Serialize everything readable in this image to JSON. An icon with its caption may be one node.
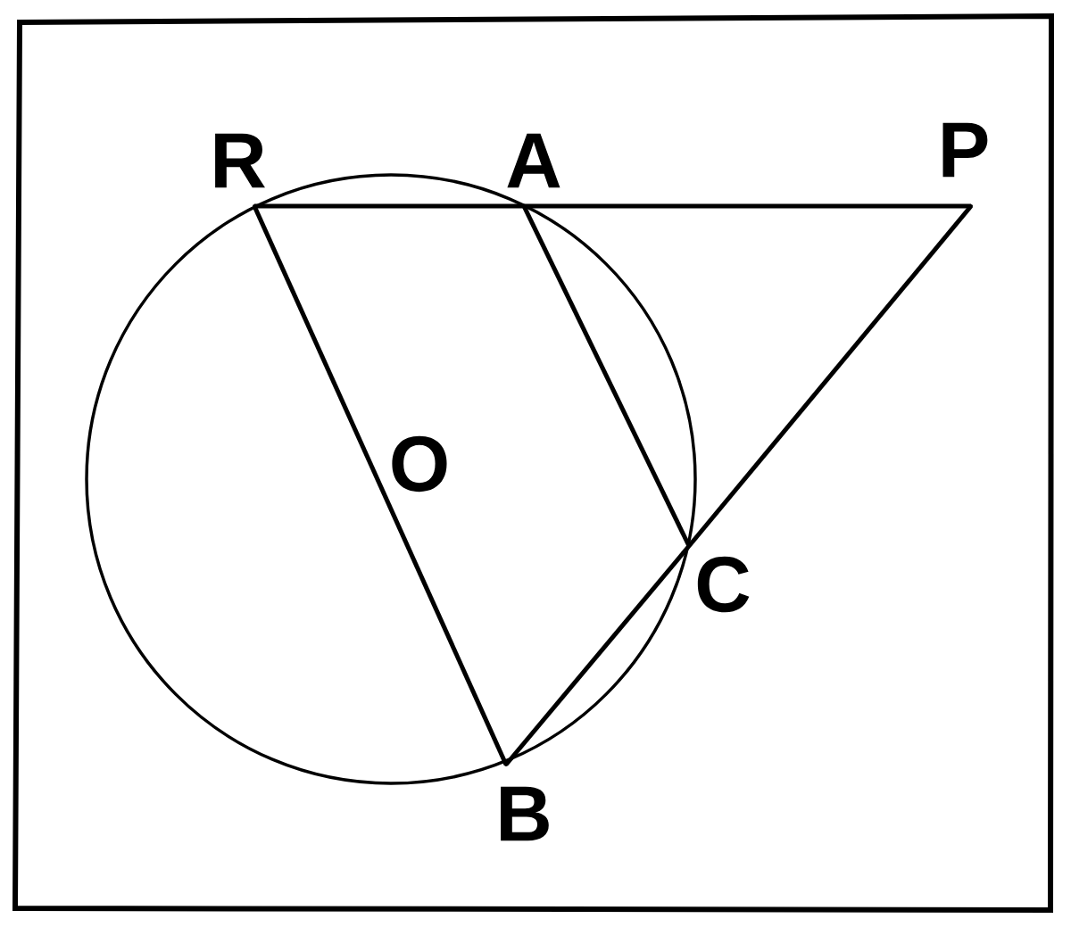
{
  "diagram": {
    "nodes": [
      {
        "text": [],
        "shape": "point",
        "beside": [
          "R"
        ]
      },
      {
        "text": [],
        "shape": "point",
        "beside": [
          "A"
        ]
      },
      {
        "text": [],
        "shape": "point",
        "beside": [
          "P"
        ]
      },
      {
        "text": [],
        "shape": "point",
        "beside": [
          "C"
        ]
      },
      {
        "text": [],
        "shape": "point",
        "beside": [
          "B"
        ]
      }
    ],
    "labels": [
      "O"
    ],
    "edges": [
      {
        "from": 0,
        "to": 1,
        "arrow": "none"
      },
      {
        "from": 1,
        "to": 2,
        "arrow": "none"
      },
      {
        "from": 0,
        "to": 4,
        "arrow": "none"
      },
      {
        "from": 1,
        "to": 3,
        "arrow": "none"
      },
      {
        "from": 2,
        "to": 3,
        "arrow": "none"
      },
      {
        "from": 3,
        "to": 4,
        "arrow": "none"
      }
    ]
  }
}
